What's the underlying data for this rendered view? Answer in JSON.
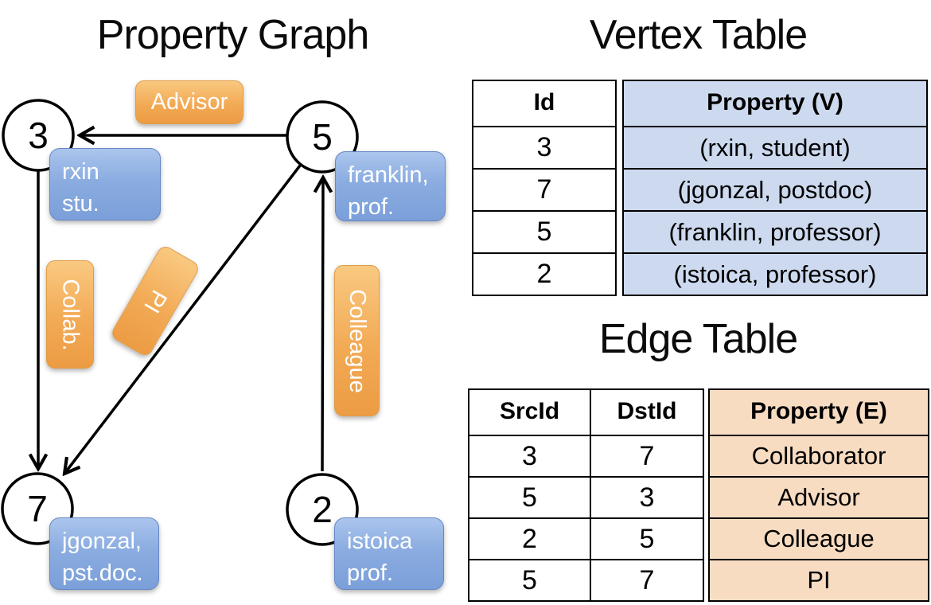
{
  "graph": {
    "title": "Property Graph",
    "nodes": [
      {
        "id": "3",
        "lines": [
          "rxin",
          "stu."
        ]
      },
      {
        "id": "5",
        "lines": [
          "franklin,",
          "prof."
        ]
      },
      {
        "id": "7",
        "lines": [
          "jgonzal,",
          "pst.doc."
        ]
      },
      {
        "id": "2",
        "lines": [
          "istoica",
          "prof."
        ]
      }
    ],
    "edge_labels": {
      "advisor": {
        "text": "Advisor",
        "from": "5",
        "to": "3"
      },
      "collab": {
        "text": "Collab.",
        "from": "3",
        "to": "7"
      },
      "pi": {
        "text": "PI",
        "from": "5",
        "to": "7"
      },
      "colleague": {
        "text": "Colleague",
        "from": "2",
        "to": "5"
      }
    }
  },
  "vertex_table": {
    "title": "Vertex Table",
    "columns": {
      "id": "Id",
      "property": "Property (V)"
    },
    "rows": [
      {
        "id": "3",
        "property": "(rxin, student)"
      },
      {
        "id": "7",
        "property": "(jgonzal, postdoc)"
      },
      {
        "id": "5",
        "property": "(franklin, professor)"
      },
      {
        "id": "2",
        "property": "(istoica, professor)"
      }
    ]
  },
  "edge_table": {
    "title": "Edge Table",
    "columns": {
      "src": "SrcId",
      "dst": "DstId",
      "property": "Property (E)"
    },
    "rows": [
      {
        "src": "3",
        "dst": "7",
        "property": "Collaborator"
      },
      {
        "src": "5",
        "dst": "3",
        "property": "Advisor"
      },
      {
        "src": "2",
        "dst": "5",
        "property": "Colleague"
      },
      {
        "src": "5",
        "dst": "7",
        "property": "PI"
      }
    ]
  },
  "colors": {
    "node_box_blue": "#7b9fd9",
    "edge_label_orange": "#f0a54e",
    "vertex_property_fill": "#cdd9ee",
    "edge_property_fill": "#f8dcc2",
    "line_black": "#000000"
  }
}
